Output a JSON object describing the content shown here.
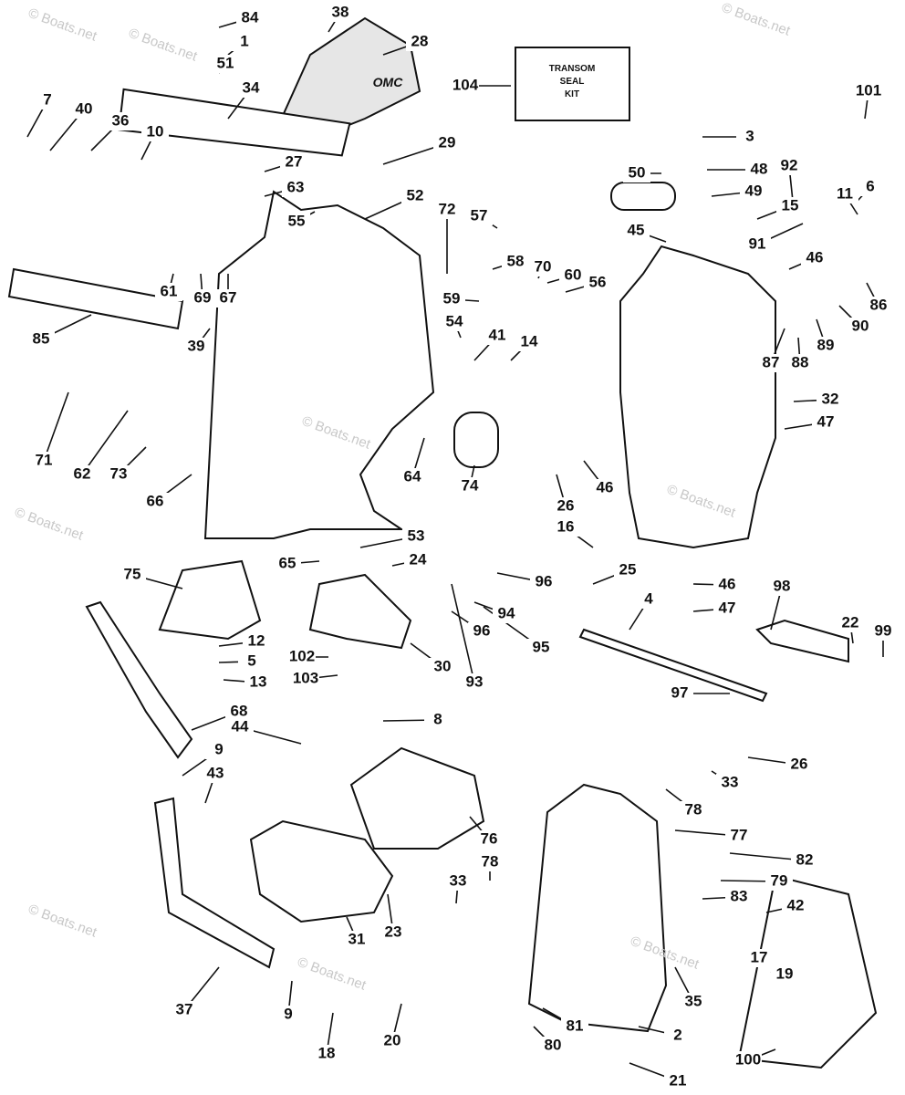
{
  "watermark": "© Boats.net",
  "kit_box": {
    "line1": "TRANSOM",
    "line2": "SEAL",
    "line3": "KIT"
  },
  "housing_logo": "OMC",
  "labels": [
    "84",
    "1",
    "51",
    "34",
    "38",
    "28",
    "104",
    "7",
    "40",
    "36",
    "10",
    "27",
    "63",
    "55",
    "29",
    "52",
    "72",
    "57",
    "58",
    "70",
    "60",
    "56",
    "59",
    "54",
    "41",
    "14",
    "61",
    "69",
    "67",
    "85",
    "39",
    "71",
    "62",
    "73",
    "66",
    "64",
    "74",
    "3",
    "50",
    "48",
    "49",
    "15",
    "45",
    "92",
    "11",
    "6",
    "91",
    "46",
    "86",
    "101",
    "90",
    "89",
    "87",
    "88",
    "32",
    "47",
    "26",
    "46",
    "16",
    "53",
    "65",
    "24",
    "75",
    "96",
    "25",
    "94",
    "96",
    "95",
    "4",
    "46",
    "47",
    "98",
    "22",
    "99",
    "12",
    "5",
    "13",
    "102",
    "103",
    "30",
    "93",
    "97",
    "68",
    "44",
    "8",
    "9",
    "43",
    "26",
    "33",
    "78",
    "77",
    "76",
    "82",
    "79",
    "83",
    "42",
    "33",
    "78",
    "31",
    "23",
    "17",
    "19",
    "35",
    "37",
    "9",
    "18",
    "20",
    "80",
    "81",
    "2",
    "21",
    "100"
  ]
}
